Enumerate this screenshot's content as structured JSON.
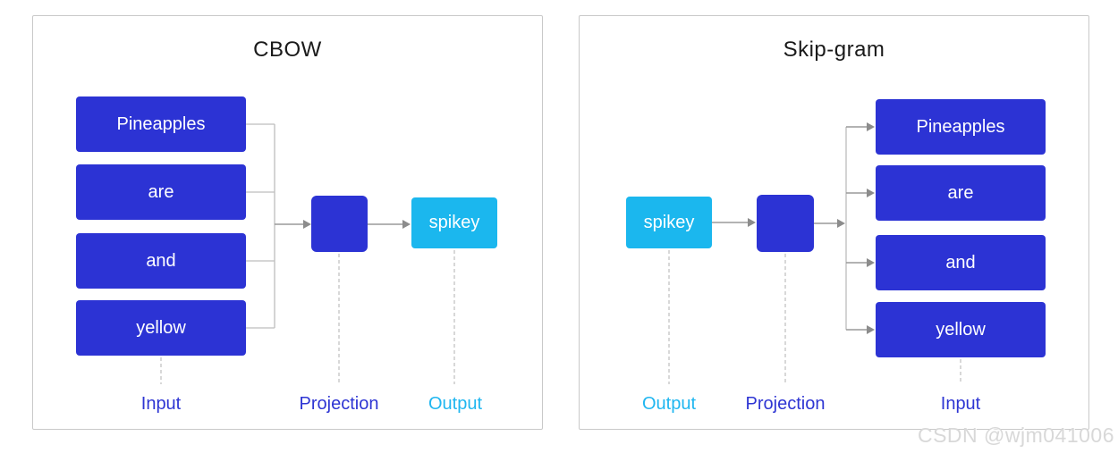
{
  "watermark": {
    "text": "CSDN @wjm041006"
  },
  "colors": {
    "box_blue": "#2c33d4",
    "box_cyan": "#1bb7ee",
    "label_blue": "#2e35d3",
    "label_cyan": "#1fb6f0",
    "title_color": "#1a1a1a",
    "panel_border": "#c9c9c9",
    "connector": "#bdbdbd",
    "arrow_line": "#9a9a9a",
    "arrow_head": "#8c8c8c",
    "dashed": "#c2c2c2",
    "watermark_color": "#d8d8d8"
  },
  "cbow": {
    "title": "CBOW",
    "input_words": [
      "Pineapples",
      "are",
      "and",
      "yellow"
    ],
    "output_word": "spikey",
    "labels": {
      "input": "Input",
      "projection": "Projection",
      "output": "Output"
    }
  },
  "skipgram": {
    "title": "Skip-gram",
    "output_word": "spikey",
    "input_words": [
      "Pineapples",
      "are",
      "and",
      "yellow"
    ],
    "labels": {
      "output": "Output",
      "projection": "Projection",
      "input": "Input"
    }
  }
}
